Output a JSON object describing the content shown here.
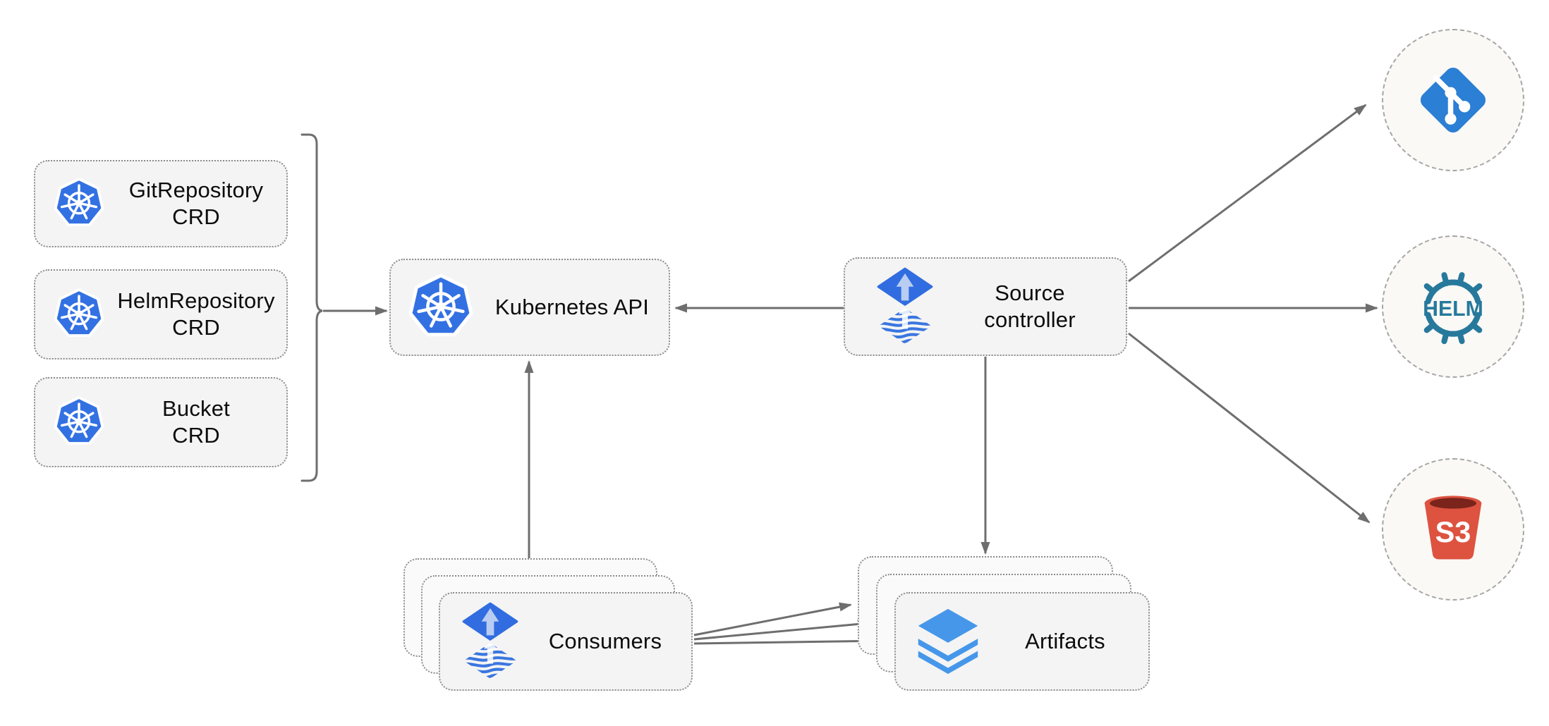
{
  "diagram": {
    "title_hint": "flux source-controller architecture",
    "crds": [
      {
        "line1": "GitRepository",
        "line2": "CRD",
        "icon": "kubernetes-icon"
      },
      {
        "line1": "HelmRepository",
        "line2": "CRD",
        "icon": "kubernetes-icon"
      },
      {
        "line1": "Bucket",
        "line2": "CRD",
        "icon": "kubernetes-icon"
      }
    ],
    "kubernetes_api": {
      "label": "Kubernetes API",
      "icon": "kubernetes-icon"
    },
    "source_controller": {
      "line1": "Source",
      "line2": "controller",
      "icon": "flux-icon"
    },
    "consumers": {
      "label": "Consumers",
      "icon": "flux-icon",
      "stack_count": 3
    },
    "artifacts": {
      "label": "Artifacts",
      "icon": "layers-icon",
      "stack_count": 3
    },
    "external_targets": {
      "git": {
        "icon": "git-icon"
      },
      "helm": {
        "icon": "helm-icon",
        "label": "HELM"
      },
      "s3": {
        "icon": "s3-bucket-icon",
        "label": "S3"
      }
    },
    "connections": [
      "crd-group to kubernetes-api",
      "source-controller to kubernetes-api",
      "consumers to kubernetes-api",
      "source-controller to git",
      "source-controller to helm",
      "source-controller to s3",
      "source-controller to artifacts",
      "consumers to artifacts (x3)"
    ],
    "colors": {
      "kubernetes_blue": "#3371e3",
      "flux_blue": "#316de0",
      "flux_arrow_light": "#b9ccf2",
      "layers_blue": "#4697ea",
      "git_blue": "#2b7fd4",
      "helm_teal": "#27799c",
      "s3_red": "#dd5340",
      "s3_dark_red": "#7a241b",
      "line_gray": "#6e6e6e",
      "node_fill": "#f4f4f4"
    }
  }
}
